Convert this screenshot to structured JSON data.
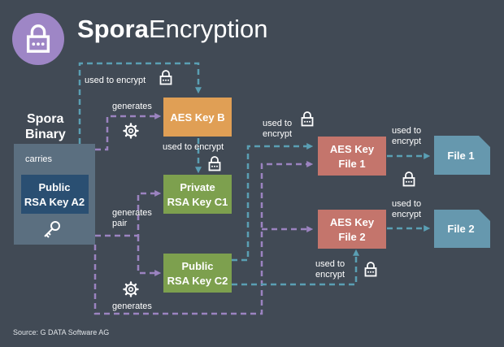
{
  "title": {
    "bold": "Spora",
    "regular": "Encryption"
  },
  "binary": {
    "line1": "Spora",
    "line2": "Binary",
    "carries": "carries"
  },
  "boxes": {
    "public_a2": [
      "Public",
      "RSA Key A2"
    ],
    "aes_b": [
      "AES Key B"
    ],
    "private_c1": [
      "Private",
      "RSA Key C1"
    ],
    "public_c2": [
      "Public",
      "RSA Key C2"
    ],
    "aes_file1": [
      "AES Key",
      "File 1"
    ],
    "aes_file2": [
      "AES Key",
      "File 2"
    ],
    "file1": [
      "File 1"
    ],
    "file2": [
      "File 2"
    ]
  },
  "labels": {
    "used_encrypt_top": "used to encrypt",
    "generates_top": "generates",
    "used_encrypt_mid": "used to encrypt",
    "generates_pair": [
      "generates",
      "pair"
    ],
    "generates_bottom": "generates",
    "used_encrypt_c1": [
      "used to",
      "encrypt"
    ],
    "used_encrypt_file1": [
      "used to",
      "encrypt"
    ],
    "used_encrypt_file2": [
      "used to",
      "encrypt"
    ],
    "used_encrypt_c2": [
      "used to",
      "encrypt"
    ]
  },
  "source": "Source: G DATA Software AG",
  "colors": {
    "background": "#414a55",
    "binary_panel": "#5b6f80",
    "public_key_box": "#2a4f72",
    "aes_b_box": "#e09f55",
    "rsa_box": "#7da04e",
    "aes_file_box": "#c4756c",
    "file_box": "#6698ae",
    "purple_arrow": "#9b83c0",
    "teal_arrow": "#5a9fb4",
    "lock_badge": "#9e86c6"
  },
  "icons": [
    "lock-icon",
    "gear-icon",
    "key-icon",
    "padlock-icon"
  ]
}
